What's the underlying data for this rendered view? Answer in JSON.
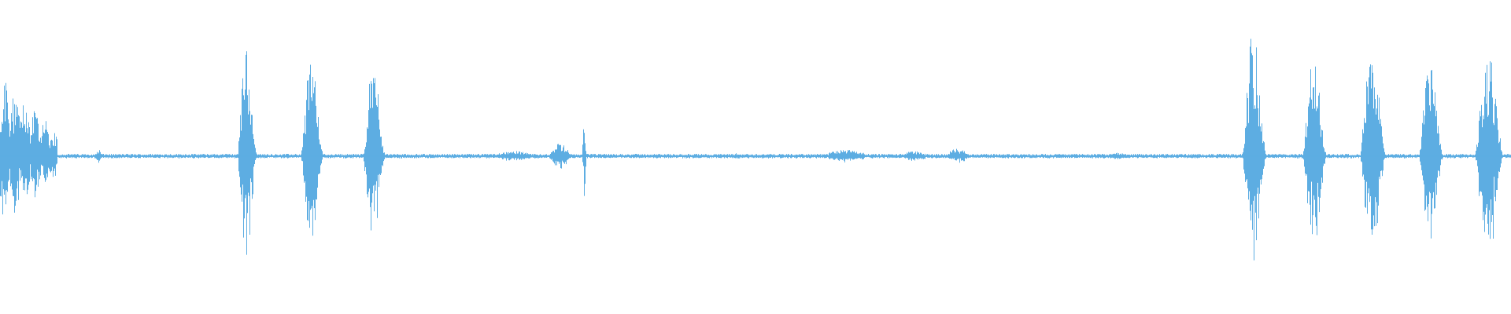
{
  "waveform": {
    "color": "#5dade2",
    "background": "#ffffff",
    "baseline_amplitude": 0.012,
    "segments": [
      {
        "start": 0.0,
        "end": 0.038,
        "peak": 0.62,
        "shape": "dense"
      },
      {
        "start": 0.063,
        "end": 0.067,
        "peak": 0.06,
        "shape": "blip"
      },
      {
        "start": 0.157,
        "end": 0.17,
        "peak": 0.86,
        "shape": "burst"
      },
      {
        "start": 0.199,
        "end": 0.214,
        "peak": 0.78,
        "shape": "burst"
      },
      {
        "start": 0.24,
        "end": 0.255,
        "peak": 0.7,
        "shape": "burst"
      },
      {
        "start": 0.33,
        "end": 0.35,
        "peak": 0.04,
        "shape": "hum"
      },
      {
        "start": 0.363,
        "end": 0.378,
        "peak": 0.1,
        "shape": "blip"
      },
      {
        "start": 0.385,
        "end": 0.388,
        "peak": 0.35,
        "shape": "spike"
      },
      {
        "start": 0.486,
        "end": 0.488,
        "peak": 0.04,
        "shape": "spike"
      },
      {
        "start": 0.548,
        "end": 0.572,
        "peak": 0.05,
        "shape": "hum"
      },
      {
        "start": 0.598,
        "end": 0.612,
        "peak": 0.04,
        "shape": "hum"
      },
      {
        "start": 0.628,
        "end": 0.64,
        "peak": 0.06,
        "shape": "hum"
      },
      {
        "start": 0.735,
        "end": 0.745,
        "peak": 0.03,
        "shape": "hum"
      },
      {
        "start": 0.822,
        "end": 0.838,
        "peak": 0.98,
        "shape": "burst"
      },
      {
        "start": 0.862,
        "end": 0.878,
        "peak": 0.76,
        "shape": "burst"
      },
      {
        "start": 0.9,
        "end": 0.917,
        "peak": 0.9,
        "shape": "burst"
      },
      {
        "start": 0.939,
        "end": 0.955,
        "peak": 0.74,
        "shape": "burst"
      },
      {
        "start": 0.976,
        "end": 0.995,
        "peak": 0.86,
        "shape": "burst"
      }
    ]
  }
}
